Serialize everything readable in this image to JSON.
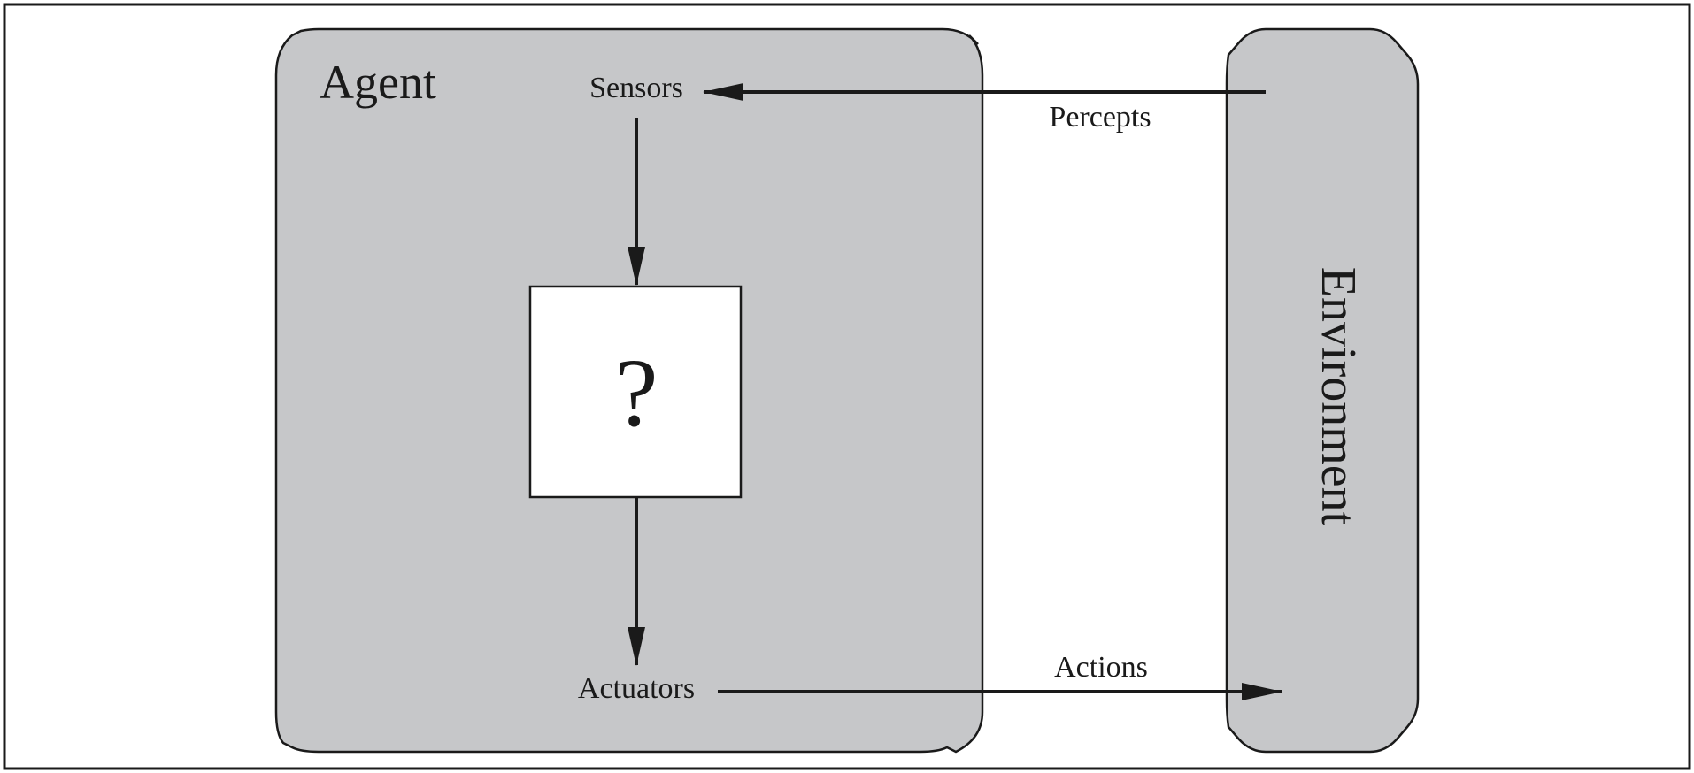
{
  "diagram": {
    "agent_label": "Agent",
    "environment_label": "Environment",
    "sensors_label": "Sensors",
    "actuators_label": "Actuators",
    "percepts_label": "Percepts",
    "actions_label": "Actions",
    "decision_box_label": "?"
  },
  "colors": {
    "agent_fill": "#c6c7c9",
    "environment_fill": "#c6c7c9",
    "stroke": "#1a1a1a",
    "decision_box_fill": "#ffffff"
  }
}
